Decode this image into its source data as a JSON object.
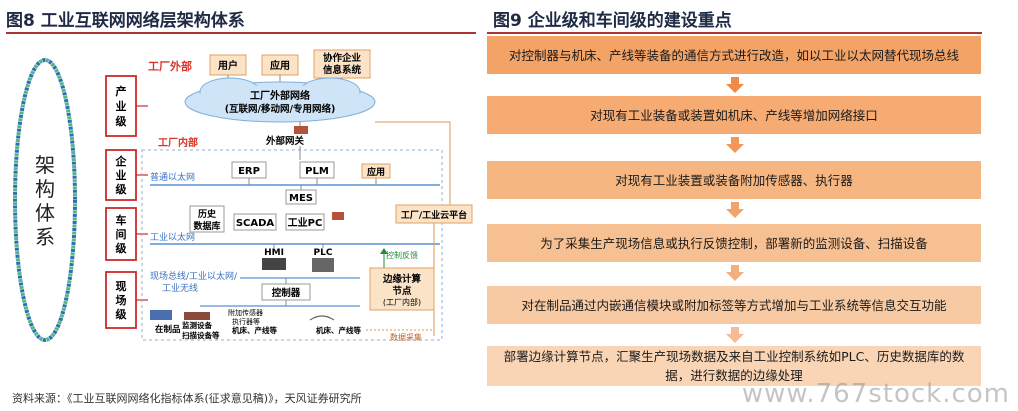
{
  "left": {
    "title": "图8 工业互联网网络层架构体系",
    "source": "资料来源：《工业互联网网络化指标体系(征求意见稿)》，天风证券研究所",
    "architecture_label": "架构体系",
    "levels": [
      "产业级",
      "企业级",
      "车间级",
      "现场级"
    ],
    "zones": {
      "outside": "工厂外部",
      "inside": "工厂内部"
    },
    "cloud": {
      "line1": "工厂外部网络",
      "line2": "(互联网/移动网/专用网络)"
    },
    "top_boxes": [
      "用户",
      "应用",
      "协作企业",
      "信息系统"
    ],
    "gateway": "外部网关",
    "enterprise_boxes": [
      "ERP",
      "PLM",
      "应用"
    ],
    "network_labels": [
      "普通以太网",
      "工业以太网",
      "现场总线/工业以太网/",
      "工业无线"
    ],
    "mes": "MES",
    "workshop_boxes": [
      "历史",
      "数据库",
      "SCADA",
      "工业PC"
    ],
    "cloud_platform": "工厂/工业云平台",
    "control_feedback": "控制反馈",
    "edge": {
      "line1": "边缘计算",
      "line2": "节点",
      "line3": "(工厂内部)"
    },
    "field_boxes": [
      "HMI",
      "PLC",
      "控制器"
    ],
    "field_devices": [
      "在制品",
      "监测设备",
      "扫描设备等",
      "附加传感器",
      "执行器等",
      "机床、产线等",
      "机床、产线等"
    ],
    "data_collection": "数据采集"
  },
  "right": {
    "title": "图9 企业级和车间级的建设重点",
    "steps": [
      "对控制器与机床、产线等装备的通信方式进行改造，如以工业以太网替代现场总线",
      "对现有工业装备或装置如机床、产线等增加网络接口",
      "对现有工业装置或装备附加传感器、执行器",
      "为了采集生产现场信息或执行反馈控制，部署新的监测设备、扫描设备",
      "对在制品通过内嵌通信模块或附加标签等方式增加与工业系统等信息交互功能",
      "部署边缘计算节点，汇聚生产现场数据及来自工业控制系统如PLC、历史数据库的数据，进行数据的边缘处理"
    ],
    "step_colors": [
      "#f4a366",
      "#f5ab72",
      "#f6b681",
      "#f7c092",
      "#f8caa3",
      "#f9d5b5"
    ],
    "arrow_colors": [
      "#f08a46",
      "#f2965a",
      "#f3a26c",
      "#f5ae80",
      "#f6bb94"
    ]
  },
  "watermark": "www.767stock.com"
}
